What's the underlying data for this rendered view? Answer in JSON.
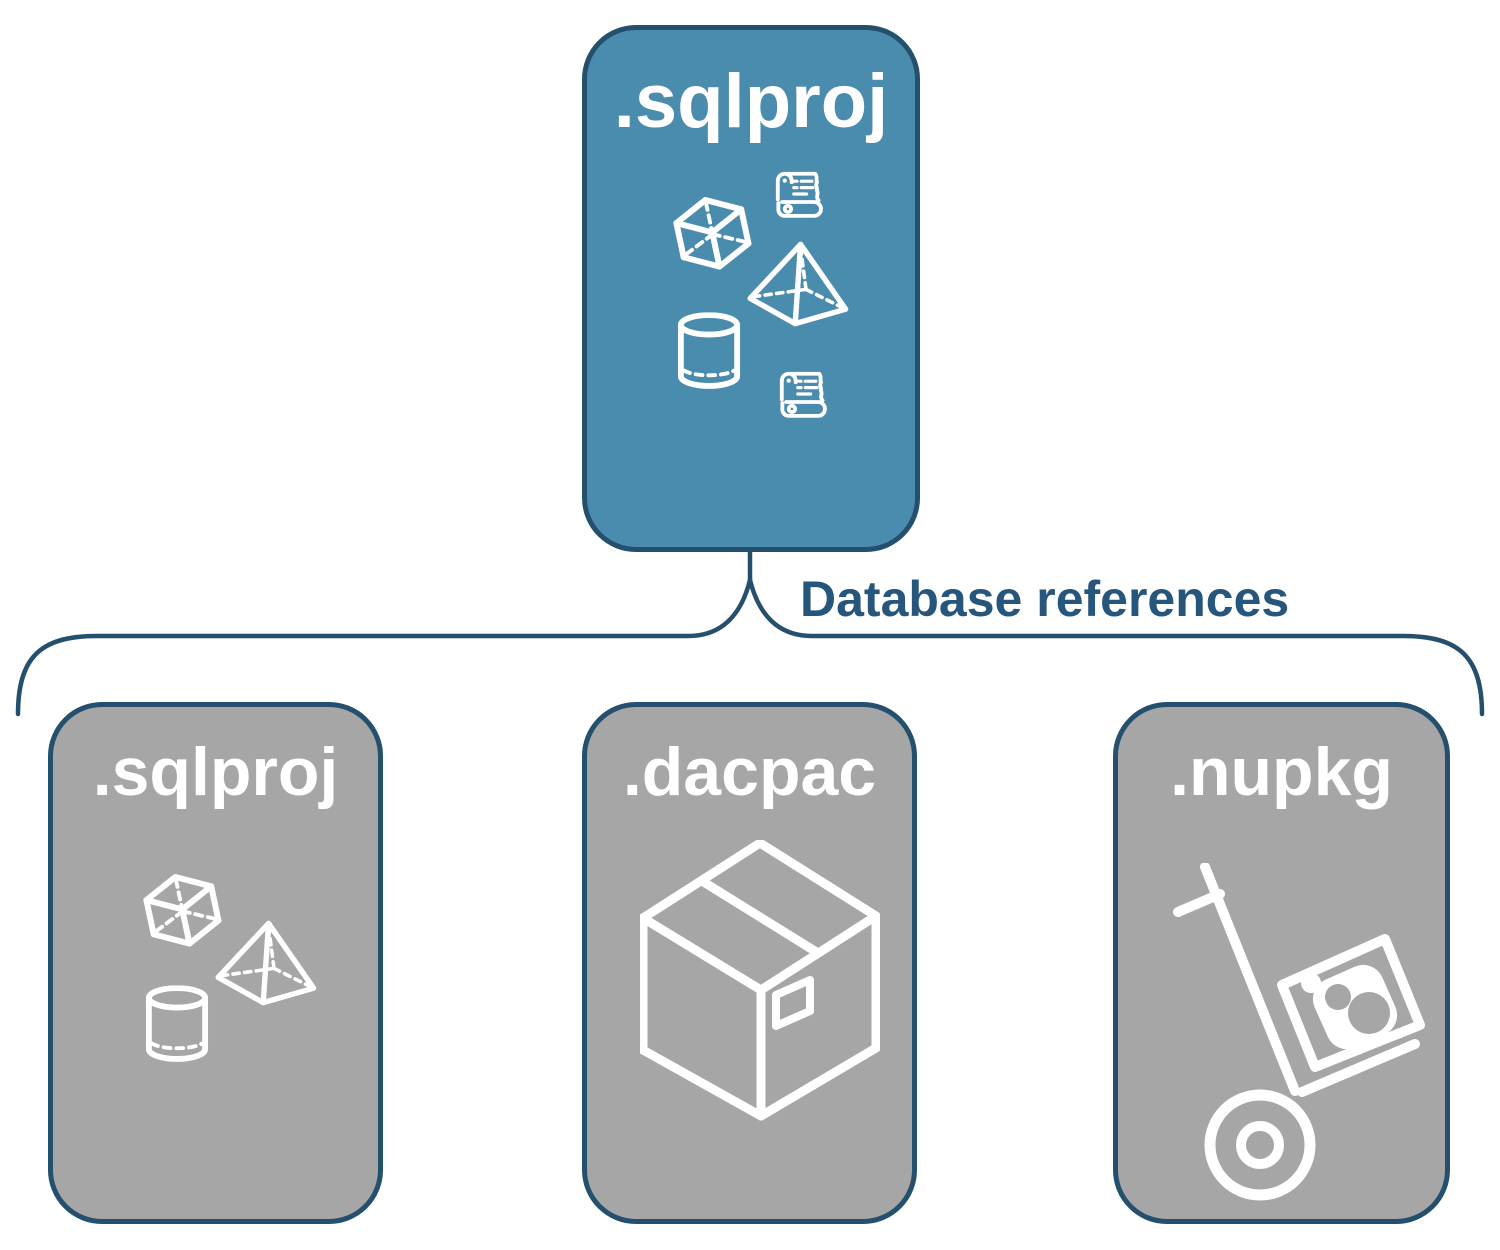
{
  "colors": {
    "accent_fill": "#4a8cad",
    "node_gray_fill": "#a6a6a6",
    "outline": "#24506e",
    "label_text": "#ffffff",
    "connector_text": "#27567c",
    "background": "#ffffff"
  },
  "root_node": {
    "label": ".sqlproj",
    "icons": [
      "cube-icon",
      "sql-script-scroll-icon",
      "pyramid-icon",
      "cylinder-icon",
      "sql-script-scroll-icon"
    ]
  },
  "connector": {
    "label": "Database references"
  },
  "child_nodes": [
    {
      "label": ".sqlproj",
      "icons": [
        "cube-icon",
        "pyramid-icon",
        "cylinder-icon"
      ]
    },
    {
      "label": ".dacpac",
      "icons": [
        "package-box-icon"
      ]
    },
    {
      "label": ".nupkg",
      "icons": [
        "hand-truck-nuget-package-icon"
      ]
    }
  ]
}
